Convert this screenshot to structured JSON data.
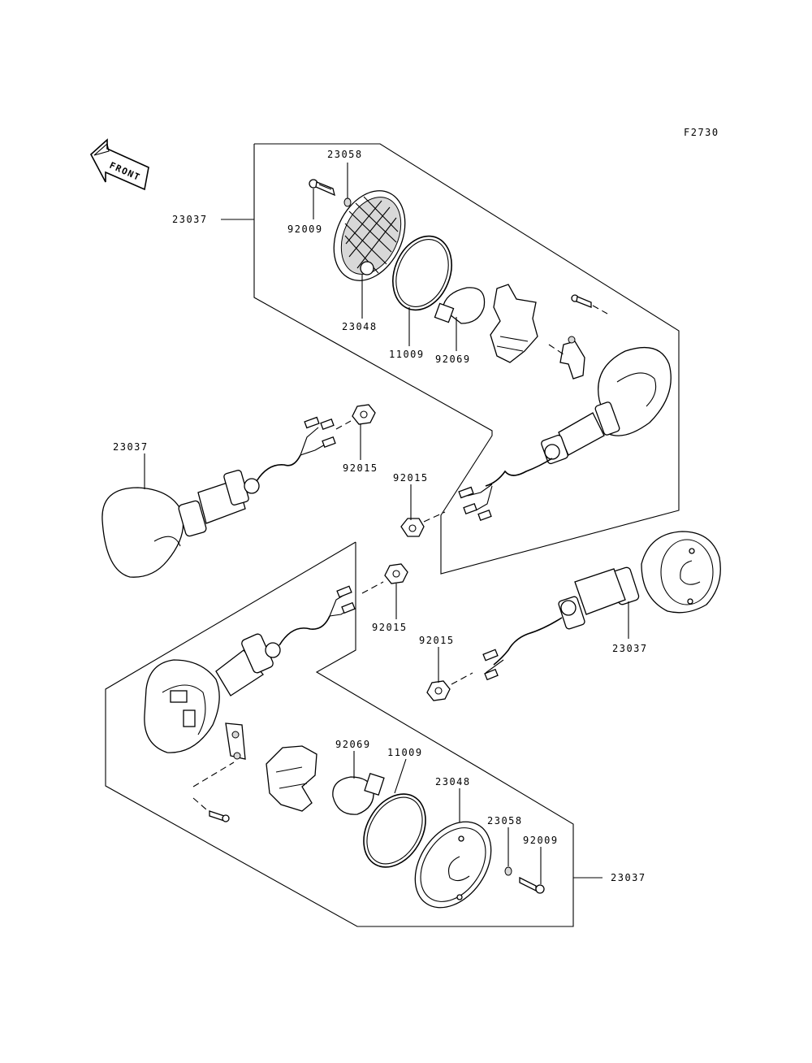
{
  "diagram_code": "F2730",
  "front_label": "FRONT",
  "labels": [
    {
      "id": "l1",
      "text": "23058"
    },
    {
      "id": "l2",
      "text": "23037"
    },
    {
      "id": "l3",
      "text": "92009"
    },
    {
      "id": "l4",
      "text": "23048"
    },
    {
      "id": "l5",
      "text": "11009"
    },
    {
      "id": "l6",
      "text": "92069"
    },
    {
      "id": "l7",
      "text": "23037"
    },
    {
      "id": "l8",
      "text": "92015"
    },
    {
      "id": "l9",
      "text": "92015"
    },
    {
      "id": "l10",
      "text": "92015"
    },
    {
      "id": "l11",
      "text": "92015"
    },
    {
      "id": "l12",
      "text": "23037"
    },
    {
      "id": "l13",
      "text": "92069"
    },
    {
      "id": "l14",
      "text": "11009"
    },
    {
      "id": "l15",
      "text": "23048"
    },
    {
      "id": "l16",
      "text": "23058"
    },
    {
      "id": "l17",
      "text": "92009"
    },
    {
      "id": "l18",
      "text": "23037"
    }
  ]
}
